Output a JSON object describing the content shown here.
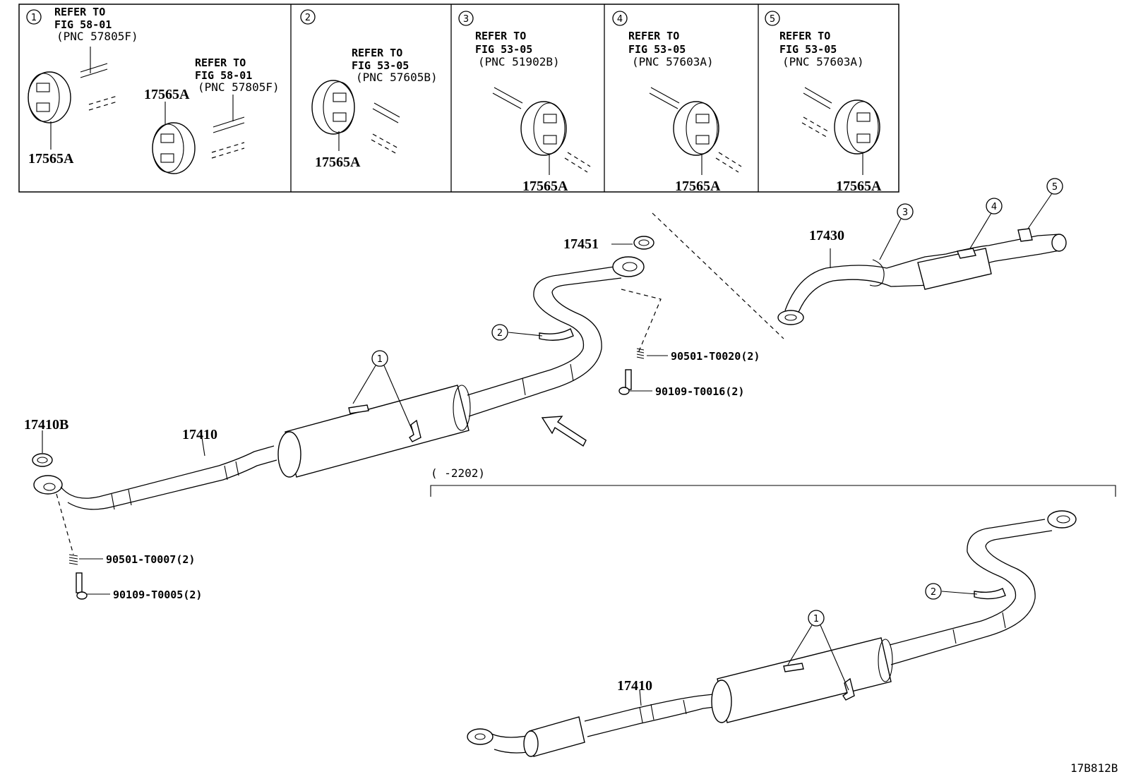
{
  "insets": [
    {
      "num": "1",
      "ref": [
        "REFER TO",
        "FIG 58-01",
        "(PNC 57805F)"
      ],
      "ref2": [
        "REFER TO",
        "FIG 58-01",
        "(PNC 57805F)"
      ],
      "parts": [
        "17565A",
        "17565A"
      ]
    },
    {
      "num": "2",
      "ref": [
        "REFER TO",
        "FIG 53-05",
        "(PNC 57605B)"
      ],
      "parts": [
        "17565A"
      ]
    },
    {
      "num": "3",
      "ref": [
        "REFER TO",
        "FIG 53-05",
        "(PNC 51902B)"
      ],
      "parts": [
        "17565A"
      ]
    },
    {
      "num": "4",
      "ref": [
        "REFER TO",
        "FIG 53-05",
        "(PNC 57603A)"
      ],
      "parts": [
        "17565A"
      ]
    },
    {
      "num": "5",
      "ref": [
        "REFER TO",
        "FIG 53-05",
        "(PNC 57603A)"
      ],
      "parts": [
        "17565A"
      ]
    }
  ],
  "labels": {
    "p17451": "17451",
    "p17430": "17430",
    "p17410b": "17410B",
    "p17410": "17410",
    "p17410_lower": "17410",
    "bolt_spring_upper": "90501-T0020(2)",
    "bolt_upper": "90109-T0016(2)",
    "bolt_spring_lower": "90501-T0007(2)",
    "bolt_lower": "90109-T0005(2)",
    "range": "(     -2202)",
    "figure_code": "17B812B"
  },
  "callouts": {
    "c1_upper": "1",
    "c2_upper": "2",
    "c3": "3",
    "c4": "4",
    "c5": "5",
    "c1_lower": "1",
    "c2_lower": "2"
  }
}
